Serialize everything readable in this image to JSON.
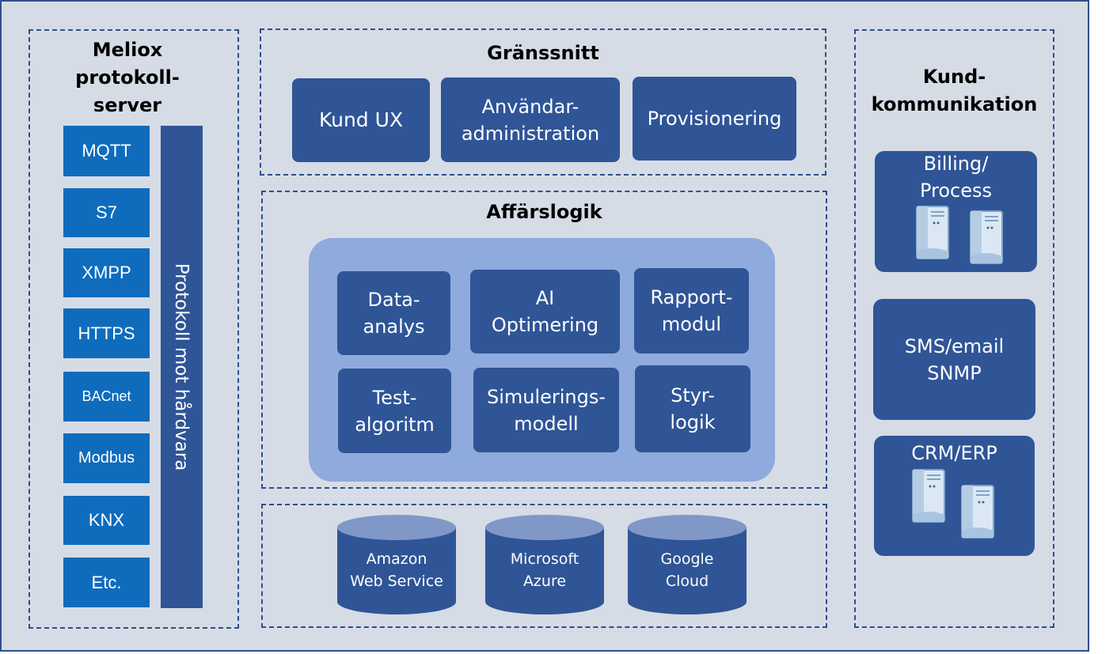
{
  "left_panel": {
    "title": "Meliox\nprotokoll-\nserver",
    "protocols": [
      "MQTT",
      "S7",
      "XMPP",
      "HTTPS",
      "BACnet",
      "Modbus",
      "KNX",
      "Etc."
    ],
    "vertical_label": "Protokoll mot hårdvara"
  },
  "interface_panel": {
    "title": "Gränssnitt",
    "boxes": [
      "Kund UX",
      "Användar-\nadministration",
      "Provisionering"
    ]
  },
  "business_panel": {
    "title": "Affärslogik",
    "modules": [
      "Data-\nanalys",
      "AI\nOptimering",
      "Rapport-\nmodul",
      "Test-\nalgoritm",
      "Simulerings-\nmodell",
      "Styr-\nlogik"
    ]
  },
  "cloud_panel": {
    "providers": [
      "Amazon\nWeb Service",
      "Microsoft\nAzure",
      "Google\nCloud"
    ]
  },
  "right_panel": {
    "title": "Kund-\nkommunikation",
    "boxes": [
      "Billing/\nProcess",
      "SMS/email\nSNMP",
      "CRM/ERP"
    ]
  },
  "colors": {
    "background": "#d6dce5",
    "border": "#2f4e8c",
    "box_dark": "#2f5597",
    "protocol_blue": "#0f6cbd",
    "inner_panel": "#8faadc",
    "cylinder_top": "#7f98c8"
  },
  "icons": [
    "server-icon"
  ]
}
